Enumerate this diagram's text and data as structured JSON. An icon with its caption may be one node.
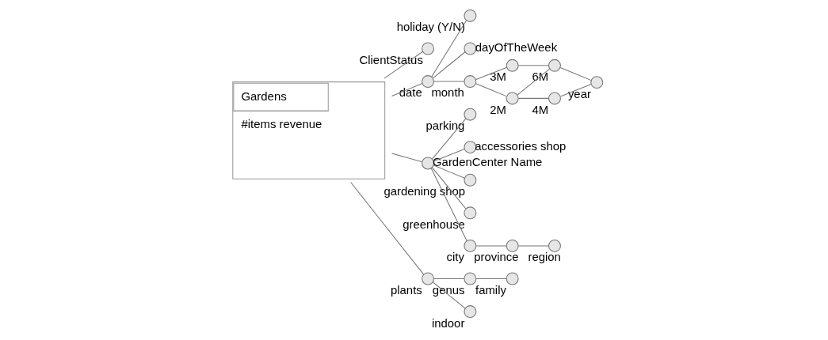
{
  "diagram": {
    "nodes": [
      {
        "text": [
          "Gardens",
          "#items revenue"
        ]
      },
      {
        "text": [],
        "shape": "circle",
        "beside": [
          "ClientStatus"
        ]
      },
      {
        "text": [],
        "shape": "circle",
        "beside": [
          "date"
        ]
      },
      {
        "text": [],
        "shape": "circle",
        "beside": [
          "holiday (Y/N)"
        ]
      },
      {
        "text": [],
        "shape": "circle",
        "beside": [
          "dayOfTheWeek"
        ]
      },
      {
        "text": [],
        "shape": "circle",
        "beside": [
          "month"
        ]
      },
      {
        "text": [],
        "shape": "circle",
        "beside": [
          "3M"
        ]
      },
      {
        "text": [],
        "shape": "circle",
        "beside": [
          "2M"
        ]
      },
      {
        "text": [],
        "shape": "circle",
        "beside": [
          "6M"
        ]
      },
      {
        "text": [],
        "shape": "circle",
        "beside": [
          "4M"
        ]
      },
      {
        "text": [],
        "shape": "circle",
        "beside": [
          "year"
        ]
      },
      {
        "text": [],
        "shape": "circle",
        "beside": [
          "GardenCenter Name"
        ]
      },
      {
        "text": [],
        "shape": "circle",
        "beside": [
          "parking"
        ]
      },
      {
        "text": [],
        "shape": "circle",
        "beside": [
          "accessories shop"
        ]
      },
      {
        "text": [],
        "shape": "circle",
        "beside": [
          "gardening shop"
        ]
      },
      {
        "text": [],
        "shape": "circle",
        "beside": [
          "greenhouse"
        ]
      },
      {
        "text": [],
        "shape": "circle",
        "beside": [
          "city"
        ]
      },
      {
        "text": [],
        "shape": "circle",
        "beside": [
          "province"
        ]
      },
      {
        "text": [],
        "shape": "circle",
        "beside": [
          "region"
        ]
      },
      {
        "text": [],
        "shape": "circle",
        "beside": [
          "plants"
        ]
      },
      {
        "text": [],
        "shape": "circle",
        "beside": [
          "genus"
        ]
      },
      {
        "text": [],
        "shape": "circle",
        "beside": [
          "family"
        ]
      },
      {
        "text": [],
        "shape": "circle",
        "beside": [
          "indoor"
        ]
      }
    ],
    "edges": [
      {
        "from": 0,
        "to": 1,
        "arrow": "none"
      },
      {
        "from": 0,
        "to": 2,
        "arrow": "none"
      },
      {
        "from": 2,
        "to": 3,
        "arrow": "none"
      },
      {
        "from": 2,
        "to": 4,
        "arrow": "none"
      },
      {
        "from": 2,
        "to": 5,
        "arrow": "none"
      },
      {
        "from": 5,
        "to": 6,
        "arrow": "none"
      },
      {
        "from": 5,
        "to": 7,
        "arrow": "none"
      },
      {
        "from": 6,
        "to": 8,
        "arrow": "none"
      },
      {
        "from": 7,
        "to": 8,
        "arrow": "none"
      },
      {
        "from": 7,
        "to": 9,
        "arrow": "none"
      },
      {
        "from": 8,
        "to": 10,
        "arrow": "none"
      },
      {
        "from": 9,
        "to": 10,
        "arrow": "none"
      },
      {
        "from": 0,
        "to": 11,
        "arrow": "none"
      },
      {
        "from": 11,
        "to": 12,
        "arrow": "none"
      },
      {
        "from": 11,
        "to": 13,
        "arrow": "none"
      },
      {
        "from": 11,
        "to": 14,
        "arrow": "none"
      },
      {
        "from": 11,
        "to": 15,
        "arrow": "none"
      },
      {
        "from": 11,
        "to": 16,
        "arrow": "none"
      },
      {
        "from": 16,
        "to": 17,
        "arrow": "none"
      },
      {
        "from": 17,
        "to": 18,
        "arrow": "none"
      },
      {
        "from": 0,
        "to": 19,
        "arrow": "none"
      },
      {
        "from": 19,
        "to": 20,
        "arrow": "none"
      },
      {
        "from": 20,
        "to": 21,
        "arrow": "none"
      },
      {
        "from": 19,
        "to": 22,
        "arrow": "none"
      }
    ]
  }
}
